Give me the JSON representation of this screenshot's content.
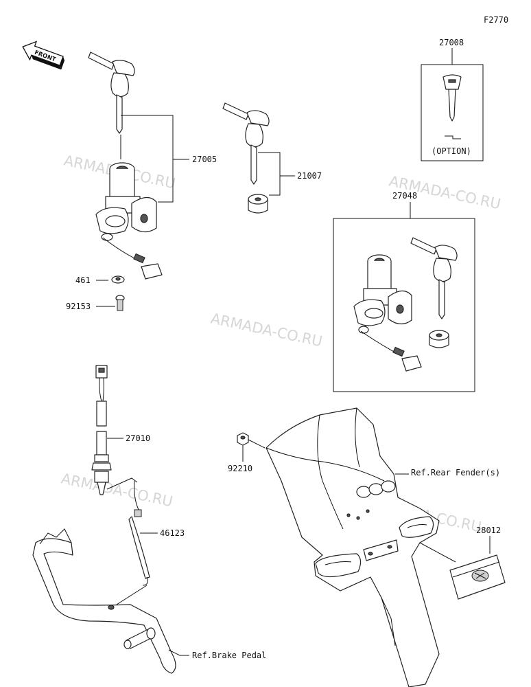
{
  "figure_code": "F2770",
  "front_label": "FRONT",
  "watermark": "ARMADA-CO.RU",
  "parts": {
    "p27005": "27005",
    "p21007": "21007",
    "p27008": "27008",
    "p27048": "27048",
    "p461": "461",
    "p92153": "92153",
    "p27010": "27010",
    "p46123": "46123",
    "p92210": "92210",
    "p28012": "28012"
  },
  "option_label": "(OPTION)",
  "refs": {
    "rear_fender": "Ref.Rear Fender(s)",
    "brake_pedal": "Ref.Brake Pedal"
  }
}
